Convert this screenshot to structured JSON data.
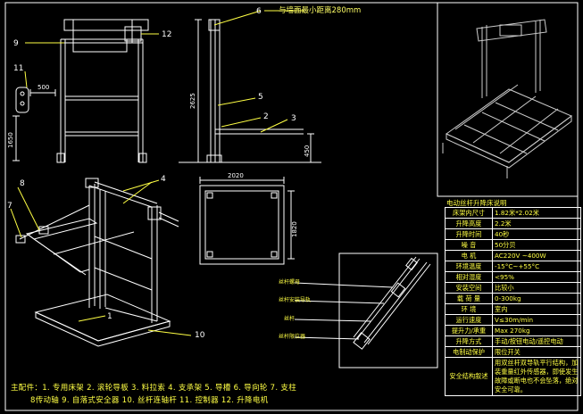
{
  "callouts": {
    "c6": "6",
    "c12": "12",
    "c9": "9",
    "c11": "11",
    "c5": "5",
    "c2": "2",
    "c4": "4",
    "c8": "8",
    "c7": "7",
    "c1": "1",
    "c10": "10",
    "c3": "3"
  },
  "top_note": "与墙面最小距离280mm",
  "dims": {
    "d500": "500",
    "d1650": "1650",
    "d2625": "2625",
    "d450": "450",
    "d2020": "2020",
    "d1820": "1820"
  },
  "legend": {
    "line1": "主配件：1. 专用床架   2. 滚轮导板   3. 料拉索   4. 支承架   5. 导槽   6. 导向轮   7. 支柱",
    "line2": "8传动轴   9. 自落式安全器   10. 丝杆连轴杆   11. 控制器   12. 升降电机"
  },
  "detail_labels": {
    "a": "丝杆螺母",
    "b": "丝杆安装导轨",
    "c": "丝杆",
    "d": "丝杆限位器"
  },
  "spec": {
    "title": "电动丝杆升降床说明",
    "rows": [
      {
        "k": "床架内尺寸",
        "v": "1.82米*2.02米"
      },
      {
        "k": "升降高度",
        "v": "2.2米"
      },
      {
        "k": "升降时间",
        "v": "40秒"
      },
      {
        "k": "噪    音",
        "v": "50分贝"
      },
      {
        "k": "电    机",
        "v": "AC220V ~400W"
      },
      {
        "k": "环境温度",
        "v": "-15°C~+55°C"
      },
      {
        "k": "相对湿度",
        "v": "<95%"
      },
      {
        "k": "安装空间",
        "v": "比较小"
      },
      {
        "k": "载 荷 量",
        "v": "0-300kg"
      },
      {
        "k": "环    境",
        "v": "室内"
      },
      {
        "k": "运行速度",
        "v": "V≤30m/min"
      },
      {
        "k": "提升力/承重",
        "v": "Max 270kg"
      },
      {
        "k": "升降方式",
        "v": "手动/按钮电动/遥控电动"
      },
      {
        "k": "电制动保护",
        "v": "限位开关"
      }
    ],
    "safety_key": "安全结构叙述",
    "safety_text": "用双丝杆双导轨平行结构，加装重量红外传感器，即使发生故障或断电也不会坠落，绝对安全可靠。"
  }
}
